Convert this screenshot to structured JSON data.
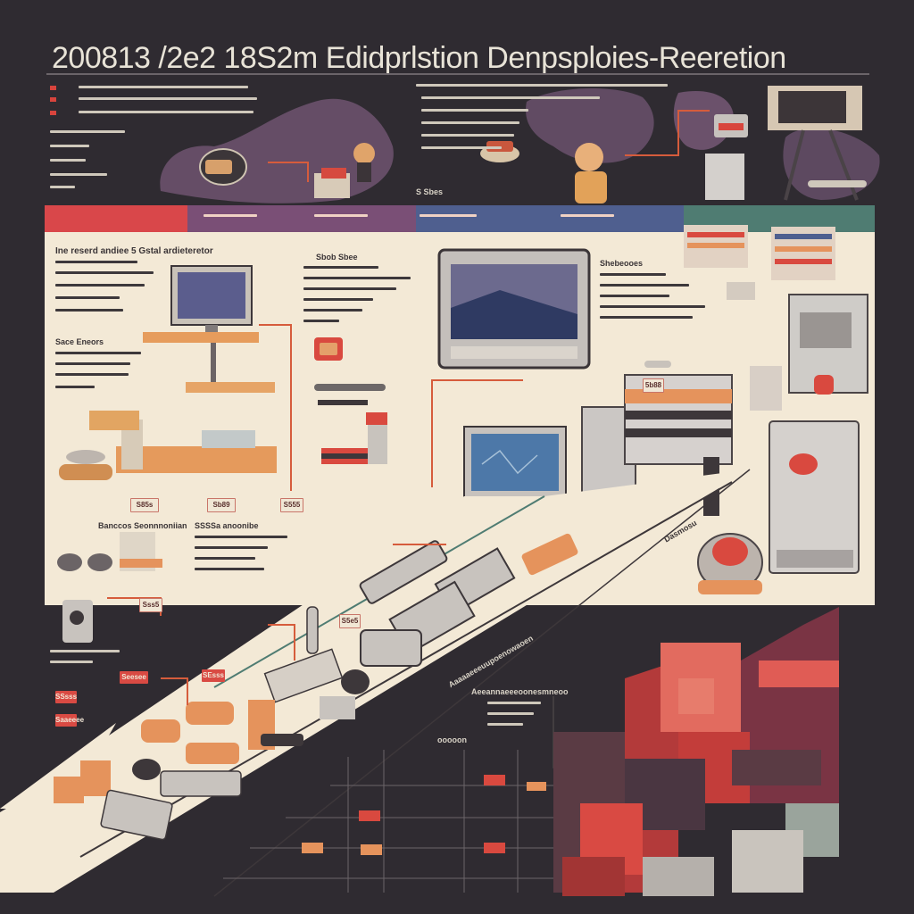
{
  "header": {
    "title": "200813 /2e2 18S2m Edidprlstion Denpsploies-Reeretion"
  },
  "sections": {
    "top_small_label": "S Sbes",
    "panel_left_heading": "Ine reserd andiee 5 Gstal ardieteretor",
    "panel_left_subheading": "Sace Eneors",
    "panel_center_heading": "Sbob Sbee",
    "panel_right_heading": "Shebeooes",
    "lower_left_heading_a": "Banccos Seonnnoniian",
    "lower_left_heading_b": "SSSSa anoonibe",
    "tape_label_right": "Dasmosu",
    "tape_label_mid": "Aaaaaeeeuupoenowaoen",
    "grid_label_a": "Aeeannaeeeoonesmneoo",
    "grid_label_b": "ooooon"
  },
  "tags": [
    "S85s",
    "Sb89",
    "S555",
    "Sss5",
    "Seesee",
    "SEsss",
    "Saaeeee",
    "SSsss",
    "S5e5",
    "5b88"
  ],
  "palette": {
    "background": "#2f2b31",
    "panel": "#f3e9d6",
    "accent_red": "#d94a43",
    "accent_orange": "#e8955a",
    "band_purple": "#6d4f73",
    "band_blue": "#4f5f8f",
    "band_green": "#4f7c72"
  },
  "icons": [
    "monitor-icon",
    "computer-tower-icon",
    "keyboard-icon",
    "mouse-icon",
    "tape-drive-icon",
    "camera-icon",
    "disk-drive-icon",
    "world-map-icon",
    "person-icon"
  ]
}
